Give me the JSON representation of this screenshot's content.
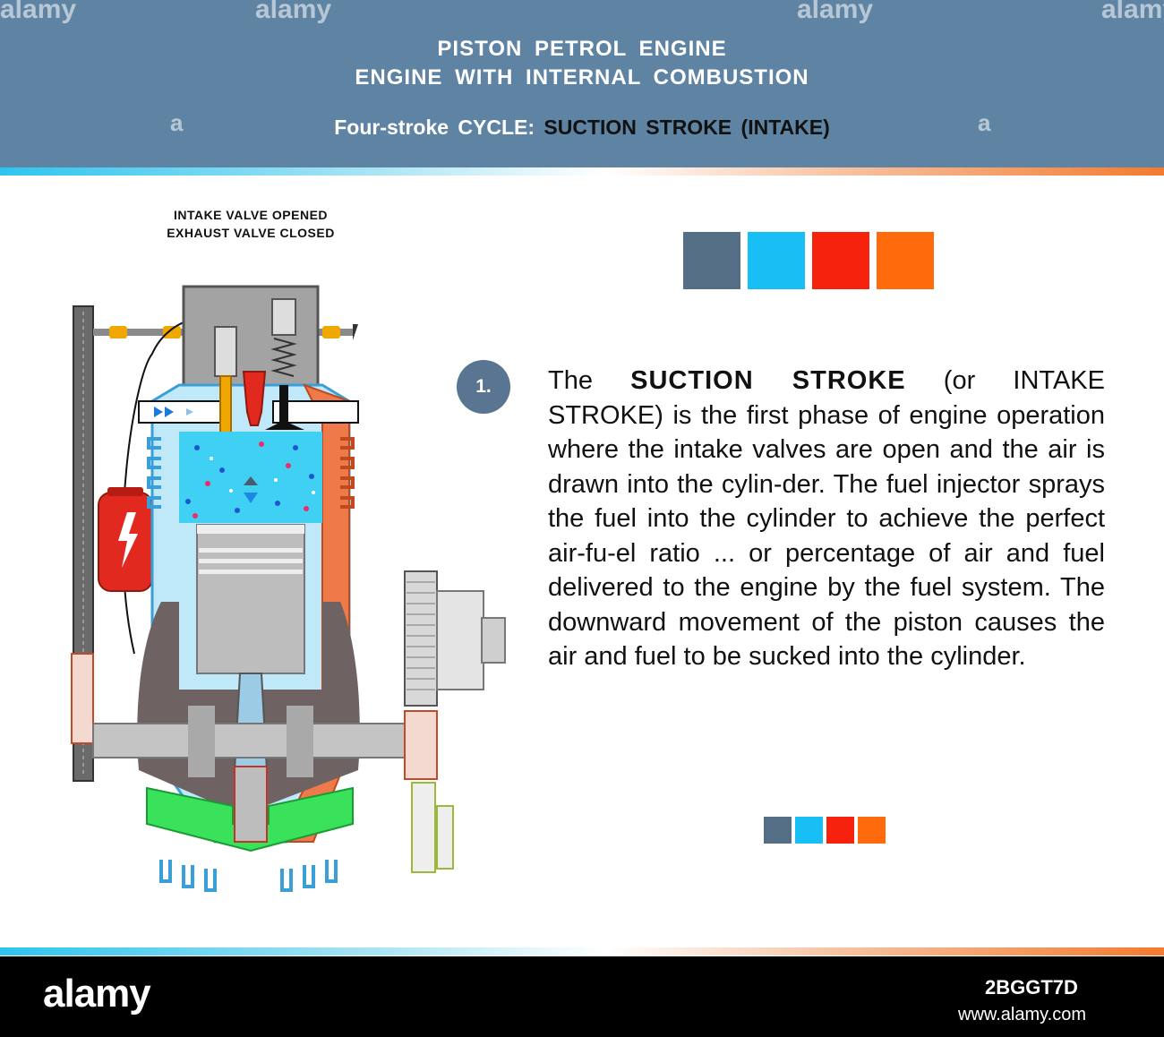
{
  "header": {
    "title_line1": "PISTON PETROL ENGINE",
    "title_line2": "ENGINE WITH INTERNAL COMBUSTION",
    "subtitle_prefix": "Four-stroke CYCLE:",
    "subtitle_stage": "SUCTION STROKE (INTAKE)"
  },
  "diagram": {
    "status_line1": "INTAKE VALVE OPENED",
    "status_line2": "EXHAUST VALVE CLOSED"
  },
  "palette": [
    "#546e86",
    "#17bff4",
    "#f7220e",
    "#ff6a0c"
  ],
  "description": {
    "step_number": "1.",
    "lead": "The",
    "term": "SUCTION STROKE",
    "text": "(or INTAKE STROKE) is the first phase of engine operation where the intake valves are open and the air is drawn into the cylin-der. The fuel injector sprays the fuel into the cylinder to achieve the perfect air-fu-el ratio ... or percentage of air and fuel delivered to the engine by the fuel system. The downward movement of the piston causes the air and fuel to be sucked into the cylinder."
  },
  "watermark": {
    "brand": "alamy",
    "mark": "a",
    "image_id": "2BGGT7D",
    "url": "www.alamy.com"
  }
}
